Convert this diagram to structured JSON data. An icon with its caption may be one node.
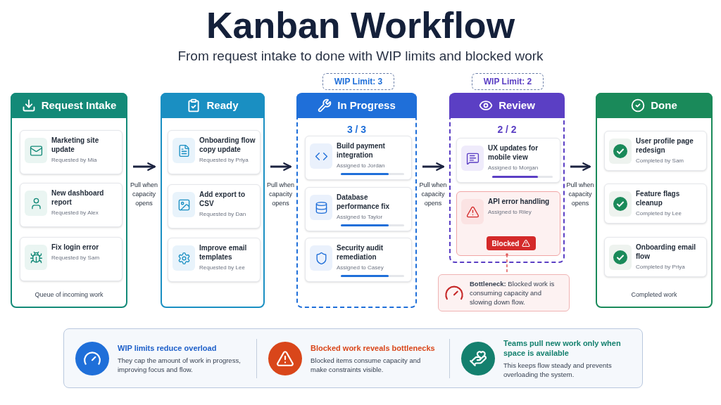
{
  "diagram": {
    "title": "Kanban Workflow",
    "nodes": [
      {
        "text": [
          "Request Intake",
          "Queue of incoming work"
        ]
      },
      {
        "text": [
          "Marketing site update",
          "Requested by Mia"
        ],
        "in": 0
      },
      {
        "text": [
          "New dashboard report",
          "Requested by Alex"
        ],
        "in": 0
      },
      {
        "text": [
          "Fix login error",
          "Requested by Sam"
        ],
        "in": 0
      },
      {
        "text": [
          "Ready"
        ]
      },
      {
        "text": [
          "Onboarding flow copy update",
          "Requested by Priya"
        ],
        "in": 4
      },
      {
        "text": [
          "Add export to CSV",
          "Requested by Dan"
        ],
        "in": 4
      },
      {
        "text": [
          "Improve email templates",
          "Requested by Lee"
        ],
        "in": 4
      },
      {
        "text": [
          "WIP Limit: 3"
        ]
      },
      {
        "text": [
          "In Progress",
          "3 / 3"
        ]
      },
      {
        "text": [
          "Build payment integration",
          "Assigned to Jordan"
        ],
        "in": 9
      },
      {
        "text": [
          "Database performance fix",
          "Assigned to Taylor"
        ],
        "in": 9
      },
      {
        "text": [
          "Security audit remediation",
          "Assigned to Casey"
        ],
        "in": 9
      },
      {
        "text": [
          "WIP Limit: 2"
        ]
      },
      {
        "text": [
          "Review",
          "2 / 2"
        ]
      },
      {
        "text": [
          "UX updates for mobile view",
          "Assigned to Morgan"
        ],
        "in": 14
      },
      {
        "text": [
          "API error handling",
          "Assigned to Riley"
        ],
        "in": 14
      },
      {
        "text": [
          "Blocked"
        ],
        "in": 16
      },
      {
        "text": [
          "**Bottleneck:** Blocked work is consuming capacity and slowing down flow."
        ]
      },
      {
        "text": [
          "Done",
          "Completed work"
        ]
      },
      {
        "text": [
          "User profile page redesign",
          "Completed by Sam"
        ],
        "in": 19
      },
      {
        "text": [
          "Feature flags cleanup",
          "Completed by Lee"
        ],
        "in": 19
      },
      {
        "text": [
          "Onboarding email flow",
          "Completed by Priya"
        ],
        "in": 19
      },
      {
        "text": [
          "WIP limits reduce overload",
          "They cap the amount of work in progress, improving focus and flow.",
          "Blocked work reveals bottlenecks",
          "Blocked items consume capacity and make constraints visible.",
          "Teams pull new work only when space is available",
          "This keeps flow steady and prevents overloading the system."
        ]
      }
    ],
    "edges": [
      {
        "from": 0,
        "to": 4,
        "arrow": "to",
        "label": "Pull when capacity opens"
      },
      {
        "from": 4,
        "to": 9,
        "arrow": "to",
        "label": "Pull when capacity opens"
      },
      {
        "from": 9,
        "to": 14,
        "arrow": "to",
        "label": "Pull when capacity opens"
      },
      {
        "from": 14,
        "to": 19,
        "arrow": "to",
        "label": "Pull when capacity opens"
      },
      {
        "from": 16,
        "to": 18,
        "arrow": "other",
        "style": "dashed",
        "color": "#e05a5a"
      }
    ],
    "labels": [
      "From request intake to done with WIP limits and blocked work"
    ]
  }
}
